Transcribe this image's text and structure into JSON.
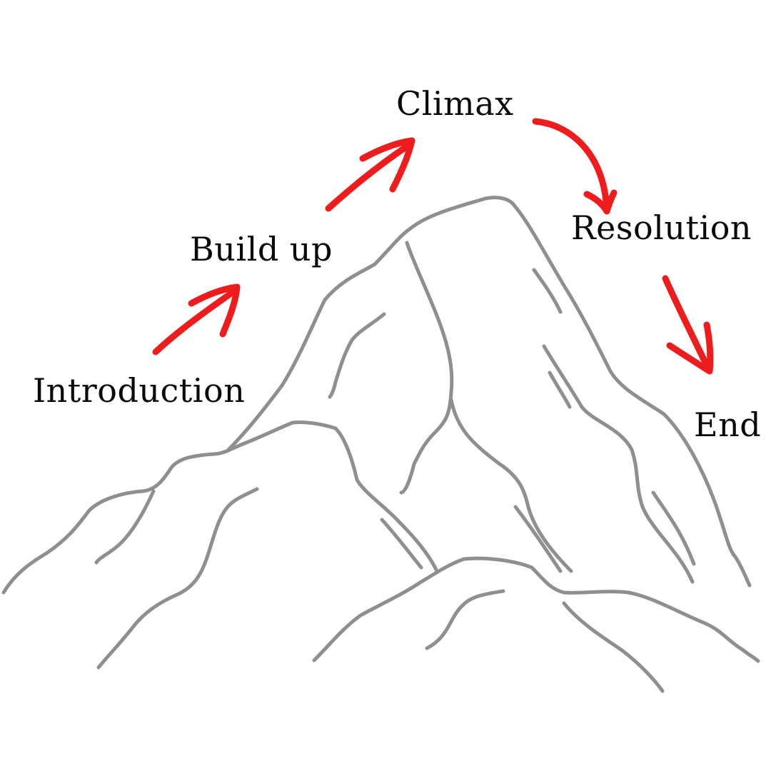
{
  "stages": [
    {
      "key": "intro",
      "label": "Introduction"
    },
    {
      "key": "build_up",
      "label": "Build up"
    },
    {
      "key": "climax",
      "label": "Climax"
    },
    {
      "key": "resolution",
      "label": "Resolution"
    },
    {
      "key": "end",
      "label": "End"
    }
  ],
  "colors": {
    "mountain": "#8f8f8f",
    "arrow": "#ee1c1c",
    "text": "#0a0a0a",
    "background": "#ffffff"
  }
}
